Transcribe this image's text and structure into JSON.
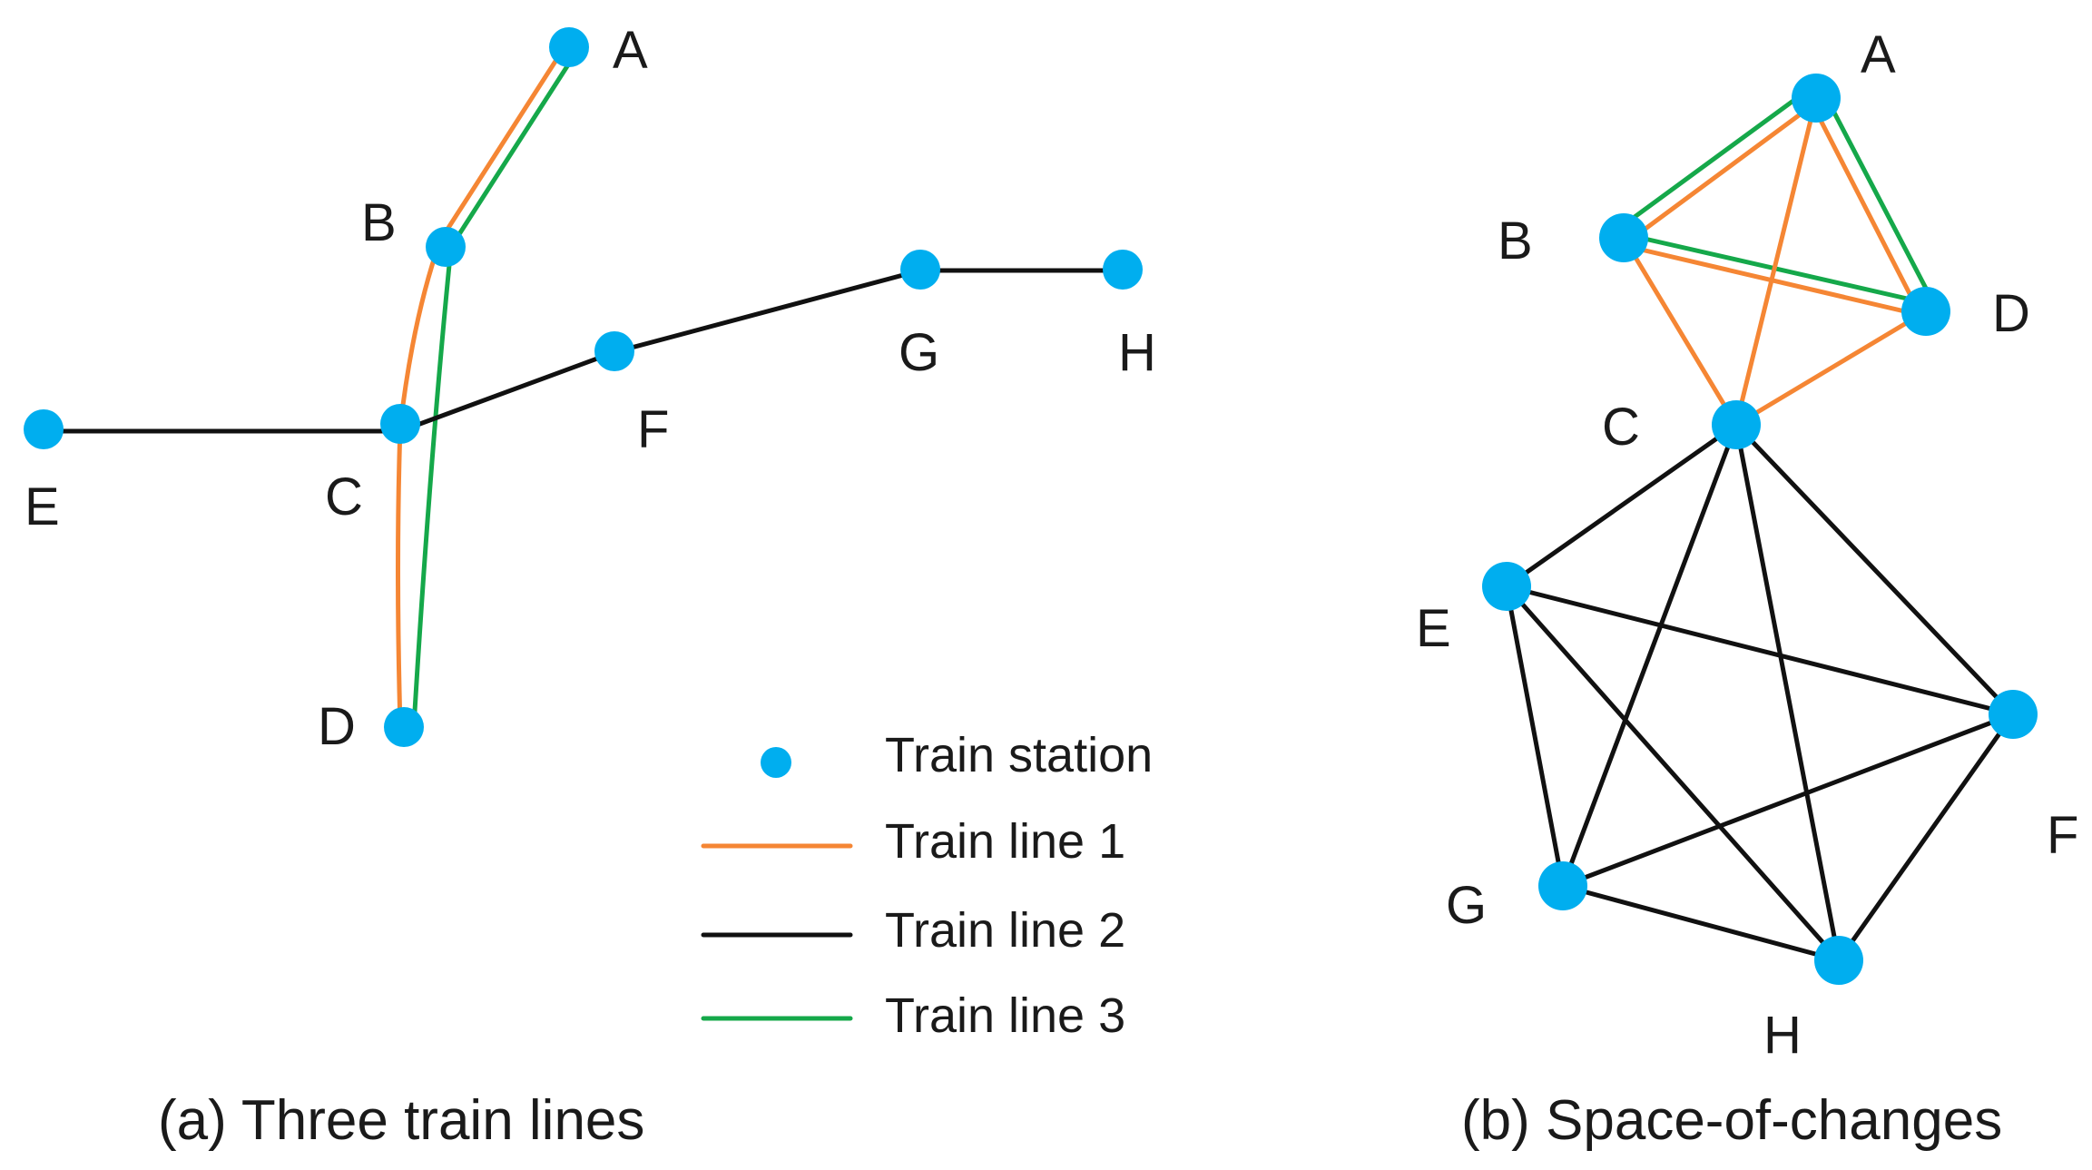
{
  "colors": {
    "station": "#00aeef",
    "line_1": "#f58634",
    "line_2": "#111111",
    "line_3": "#15a84a"
  },
  "panel_a": {
    "caption": "(a) Three train lines",
    "stations": [
      "A",
      "B",
      "C",
      "D",
      "E",
      "F",
      "G",
      "H"
    ],
    "lines": {
      "line_1": [
        "A",
        "B",
        "C",
        "D"
      ],
      "line_2": [
        "E",
        "C",
        "F",
        "G",
        "H"
      ],
      "line_3": [
        "A",
        "B",
        "C",
        "D"
      ]
    }
  },
  "panel_b": {
    "caption": "(b) Space-of-changes",
    "stations": [
      "A",
      "B",
      "C",
      "D",
      "E",
      "F",
      "G",
      "H"
    ],
    "edges": {
      "line_1": [
        [
          "A",
          "B"
        ],
        [
          "A",
          "C"
        ],
        [
          "A",
          "D"
        ],
        [
          "B",
          "C"
        ],
        [
          "B",
          "D"
        ],
        [
          "C",
          "D"
        ]
      ],
      "line_3": [
        [
          "A",
          "B"
        ],
        [
          "A",
          "D"
        ],
        [
          "B",
          "D"
        ]
      ],
      "line_2": [
        [
          "C",
          "E"
        ],
        [
          "C",
          "F"
        ],
        [
          "C",
          "G"
        ],
        [
          "C",
          "H"
        ],
        [
          "E",
          "F"
        ],
        [
          "E",
          "G"
        ],
        [
          "E",
          "H"
        ],
        [
          "F",
          "G"
        ],
        [
          "F",
          "H"
        ],
        [
          "G",
          "H"
        ]
      ]
    }
  },
  "legend": {
    "station": "Train station",
    "line_1": "Train line 1",
    "line_2": "Train line 2",
    "line_3": "Train line 3"
  }
}
